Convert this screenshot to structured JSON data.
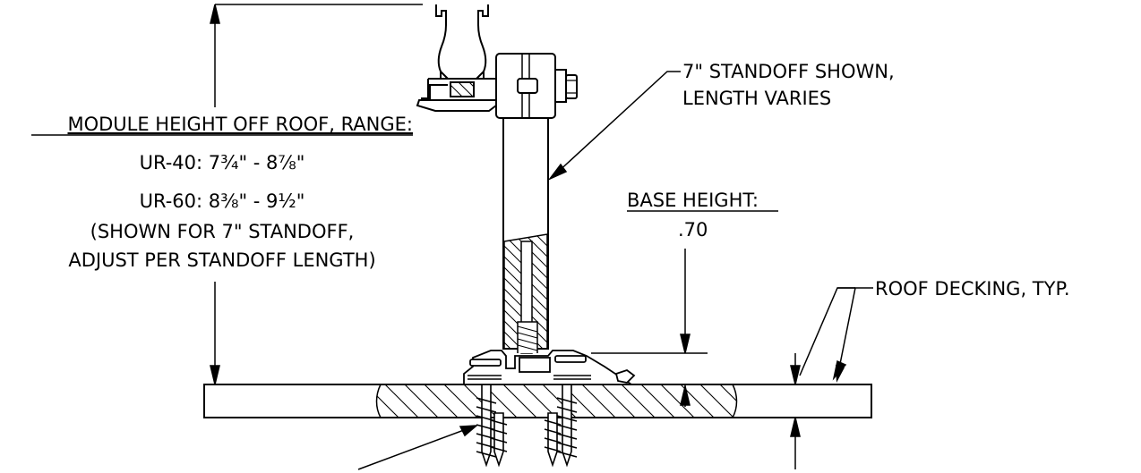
{
  "labels": {
    "standoff_line1": "7\" STANDOFF SHOWN,",
    "standoff_line2": "LENGTH VARIES",
    "module_height_title": "MODULE HEIGHT OFF ROOF, RANGE:",
    "ur40_prefix": "UR-40: 7",
    "ur40_range": "UR-40: 7¾\" - 8⅞\"",
    "ur60_range": "UR-60: 8⅜\" - 9½\"",
    "shown_note_line1": "(SHOWN FOR 7\" STANDOFF,",
    "shown_note_line2": "ADJUST PER STANDOFF LENGTH)",
    "base_height_title": "BASE HEIGHT:",
    "base_height_value": ".70",
    "roof_decking": "ROOF DECKING, TYP."
  }
}
